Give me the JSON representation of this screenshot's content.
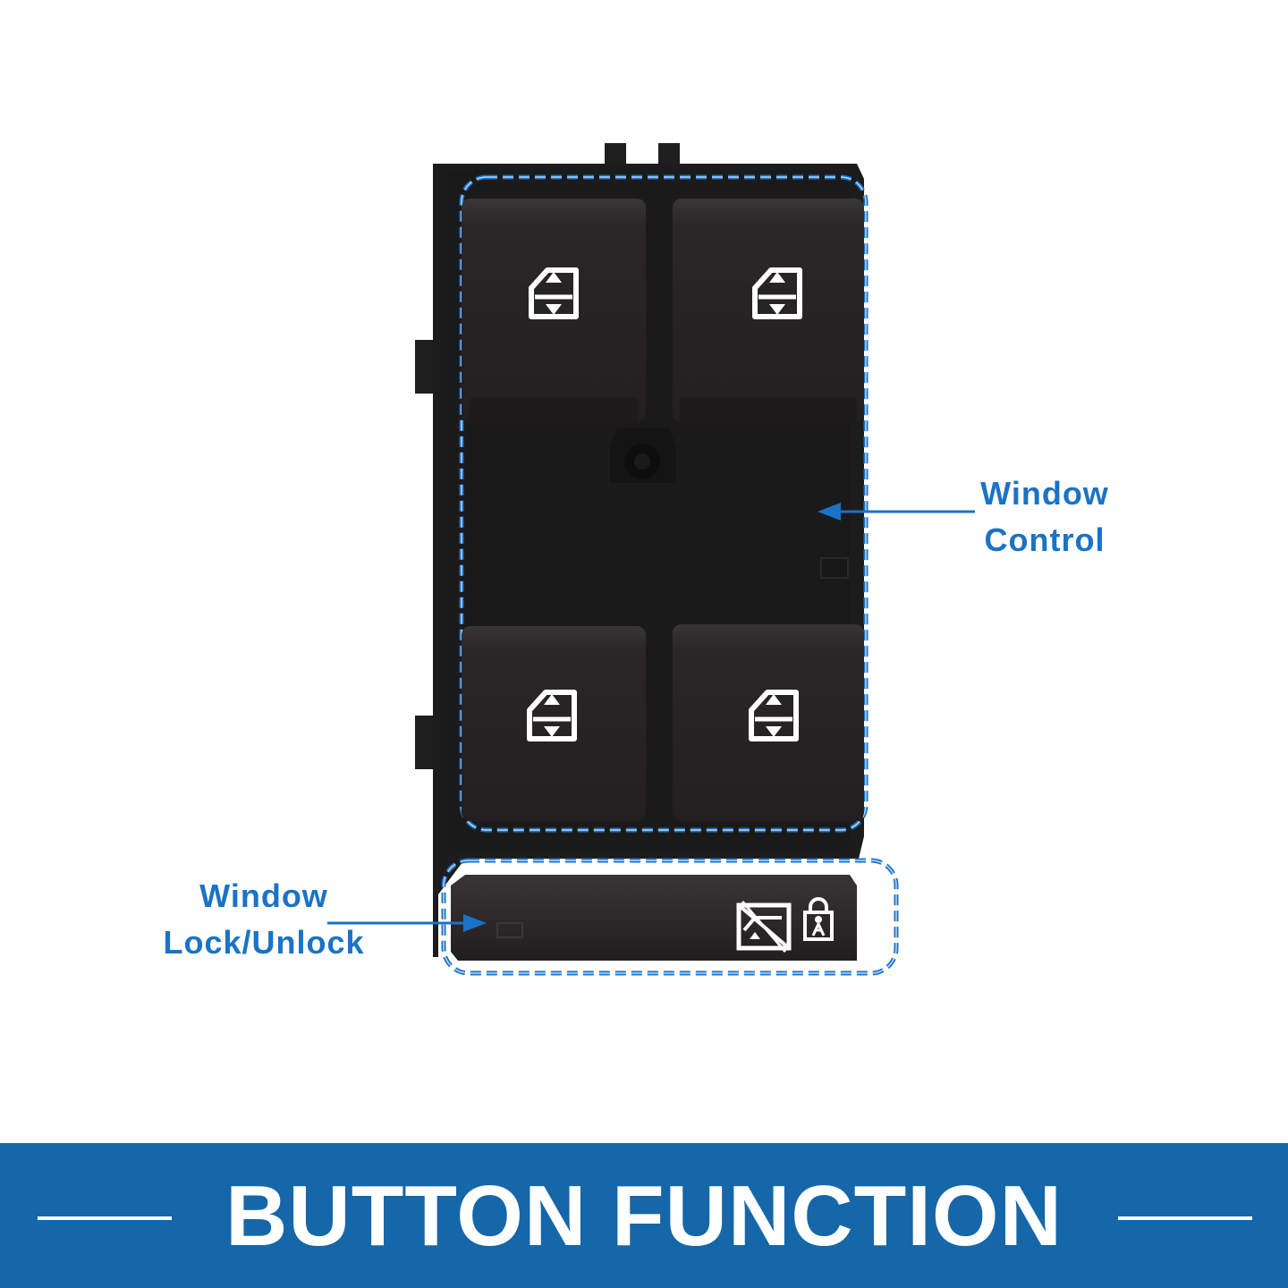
{
  "annotations": {
    "window_control": {
      "line1": "Window",
      "line2": "Control"
    },
    "window_lock": {
      "line1": "Window",
      "line2": "Lock/Unlock"
    }
  },
  "banner": {
    "title": "BUTTON FUNCTION"
  },
  "colors": {
    "accent": "#1a73c6",
    "banner": "#1666aa",
    "switch_body": "#1c1c1d",
    "button_cap": "#2a2627",
    "icon": "#ffffff"
  },
  "icons": {
    "window_switch": "window-up-down-icon",
    "lock_window": "window-lock-icon",
    "child_lock": "child-lock-icon"
  }
}
